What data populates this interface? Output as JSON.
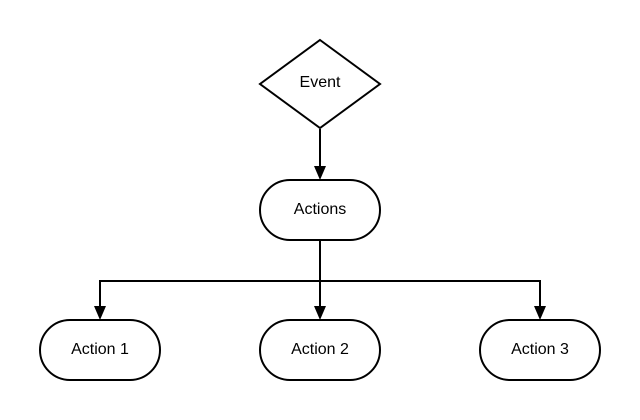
{
  "nodes": {
    "event": {
      "label": "Event",
      "shape": "diamond"
    },
    "actions": {
      "label": "Actions",
      "shape": "rounded-rect"
    },
    "action_1": {
      "label": "Action 1",
      "shape": "rounded-rect"
    },
    "action_2": {
      "label": "Action 2",
      "shape": "rounded-rect"
    },
    "action_3": {
      "label": "Action 3",
      "shape": "rounded-rect"
    }
  },
  "edges": [
    {
      "from": "event",
      "to": "actions"
    },
    {
      "from": "actions",
      "to": "action_1"
    },
    {
      "from": "actions",
      "to": "action_2"
    },
    {
      "from": "actions",
      "to": "action_3"
    }
  ],
  "colors": {
    "stroke": "#000000",
    "fill": "#ffffff",
    "background": "#ffffff"
  }
}
